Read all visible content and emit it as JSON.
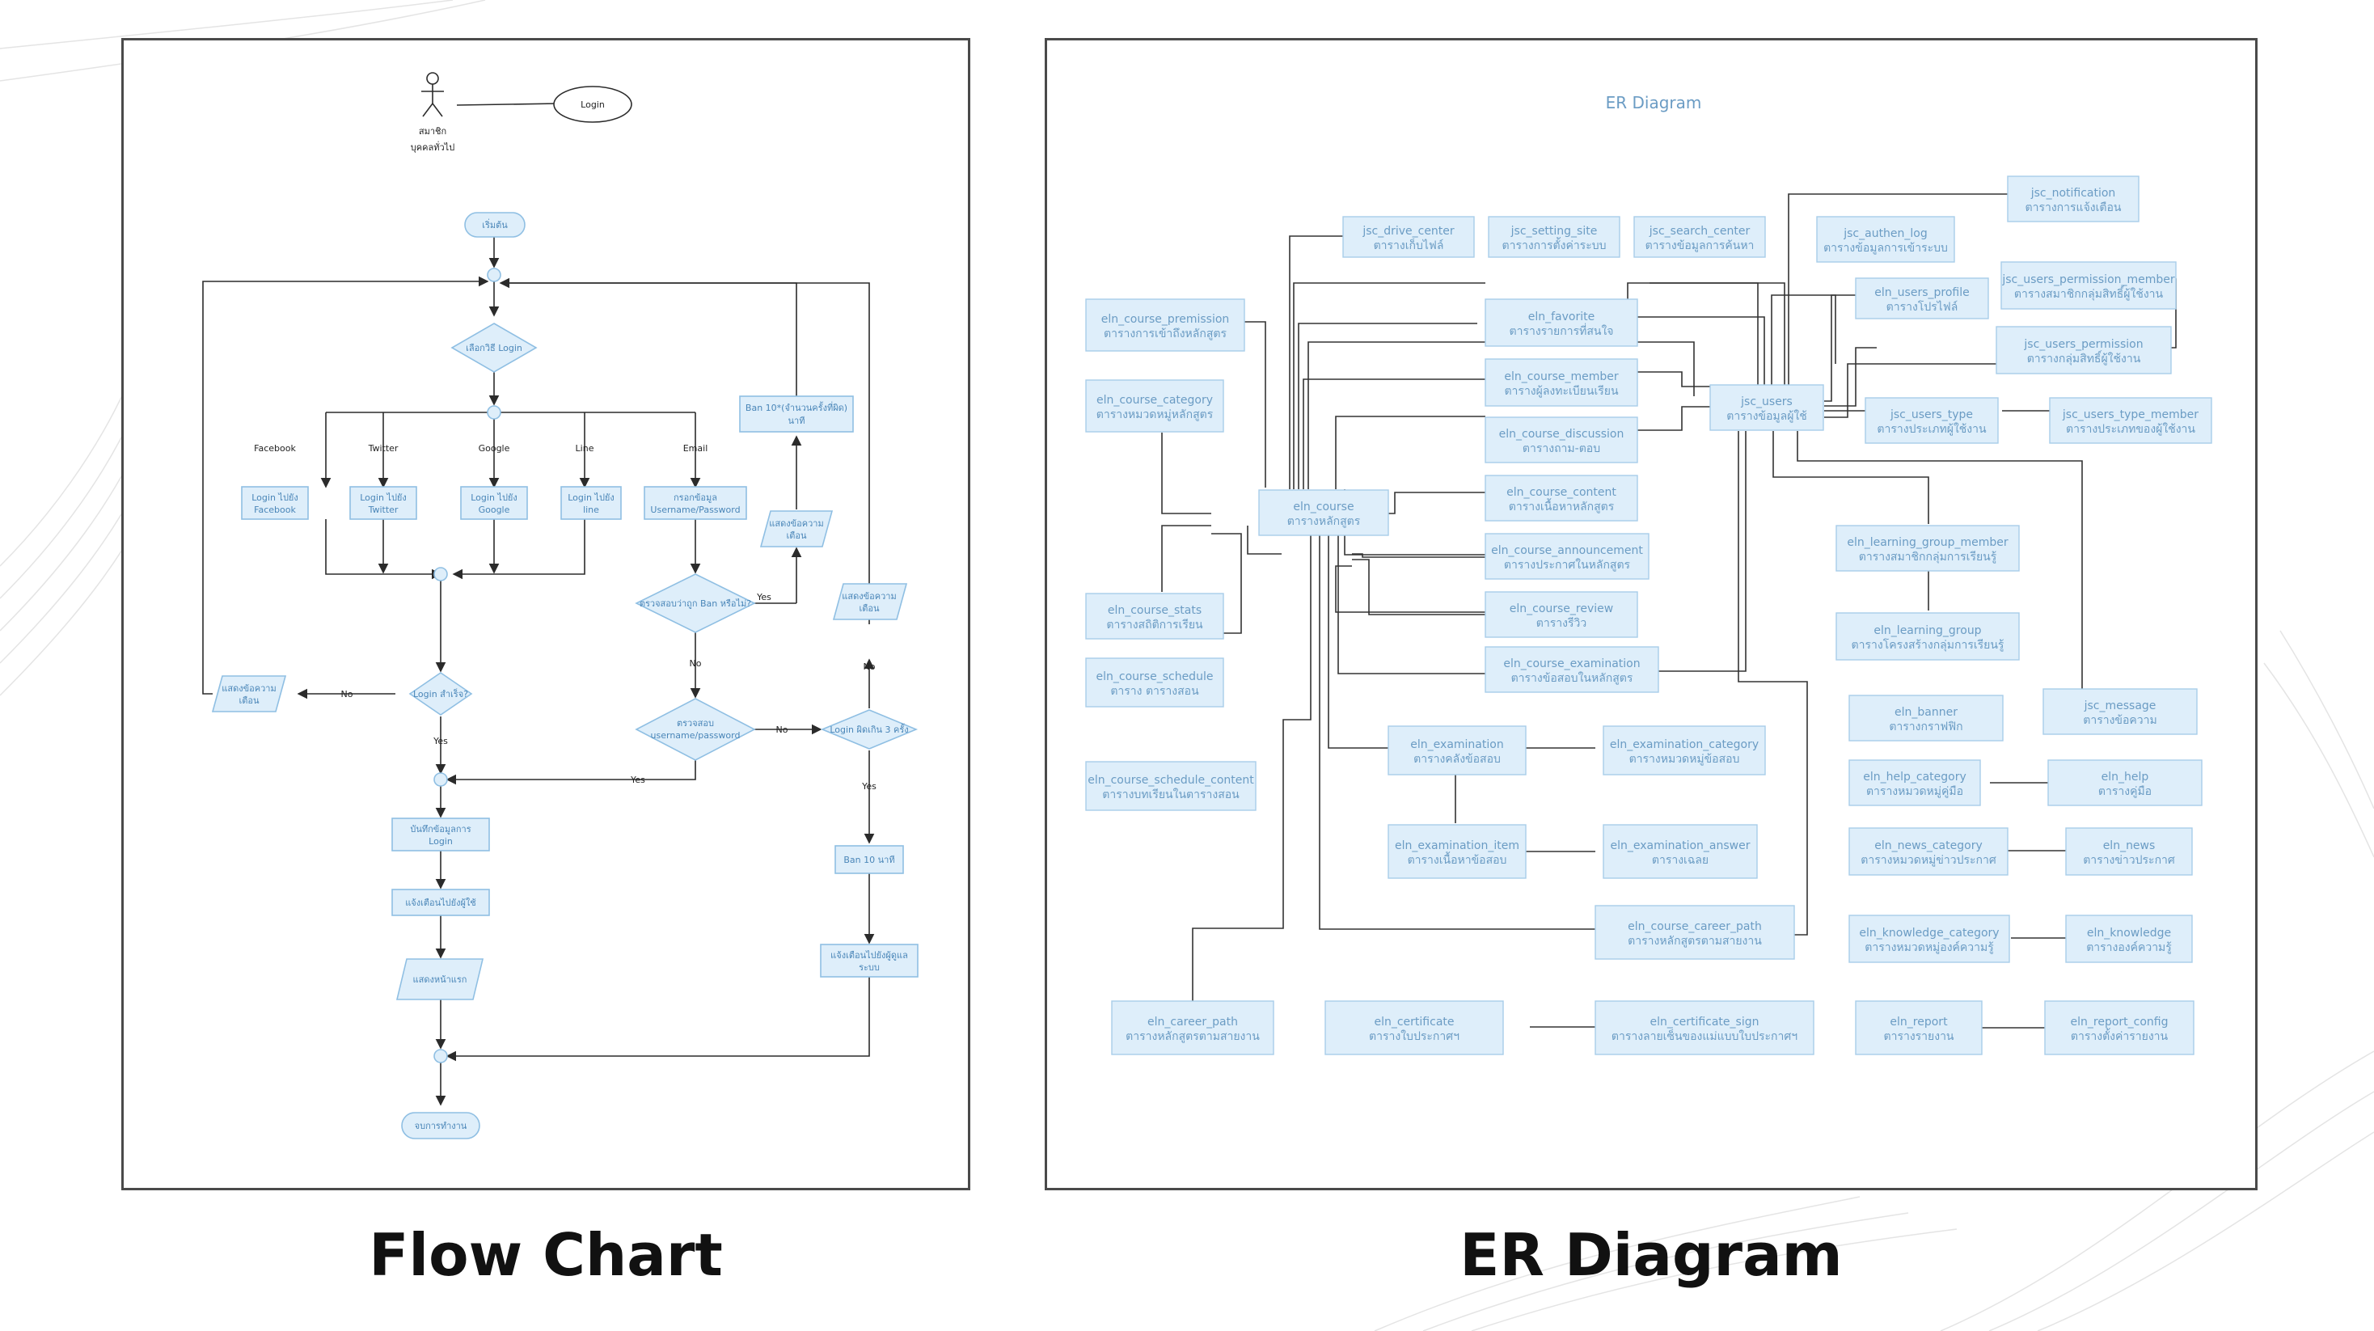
{
  "flowchart": {
    "caption": "Flow Chart",
    "actor": {
      "line1": "สมาชิก",
      "line2": "บุคคลทั่วไป"
    },
    "login_usecase": "Login",
    "start": "เริ่มต้น",
    "choose_login": "เลือกวิธี Login",
    "branches": [
      "Facebook",
      "Twitter",
      "Google",
      "Line",
      "Email"
    ],
    "login_facebook": [
      "Login ไปยัง",
      "Facebook"
    ],
    "login_twitter": [
      "Login ไปยัง",
      "Twitter"
    ],
    "login_google": [
      "Login ไปยัง",
      "Google"
    ],
    "login_line": [
      "Login ไปยัง",
      "line"
    ],
    "fill_email": [
      "กรอกข้อมูล",
      "Username/Password"
    ],
    "check_ban": "ตรวจสอบว่าถูก Ban หรือไม่?",
    "show_msg_a": [
      "แสดงข้อความ",
      "เตือน"
    ],
    "ban_10x": [
      "Ban 10*(จำนวนครั้งที่ผิด)",
      "นาที"
    ],
    "check_credentials": [
      "ตรวจสอบ",
      "username/password"
    ],
    "fail3": "Login ผิดเกิน 3 ครั้ง",
    "show_msg_b": [
      "แสดงข้อความ",
      "เตือน"
    ],
    "ban10": "Ban 10 นาที",
    "notify_admin": [
      "แจ้งเตือนไปยังผู้ดูแล",
      "ระบบ"
    ],
    "login_success": "Login สำเร็จ?",
    "show_msg_c": [
      "แสดงข้อความ",
      "เตือน"
    ],
    "save_login": [
      "บันทึกข้อมูลการ",
      "Login"
    ],
    "notify_user": "แจ้งเตือนไปยังผู้ใช้",
    "show_home": "แสดงหน้าแรก",
    "end": "จบการทำงาน",
    "yes": "Yes",
    "no": "No"
  },
  "er": {
    "caption": "ER Diagram",
    "title": "ER Diagram",
    "entities": {
      "jsc_drive_center": [
        "jsc_drive_center",
        "ตารางเก็บไฟล์"
      ],
      "jsc_setting_site": [
        "jsc_setting_site",
        "ตารางการตั้งค่าระบบ"
      ],
      "jsc_search_center": [
        "jsc_search_center",
        "ตารางข้อมูลการค้นหา"
      ],
      "jsc_authen_log": [
        "jsc_authen_log",
        "ตารางข้อมูลการเข้าระบบ"
      ],
      "jsc_notification": [
        "jsc_notification",
        "ตารางการแจ้งเตือน"
      ],
      "eln_course_premission": [
        "eln_course_premission",
        "ตารางการเข้าถึงหลักสูตร"
      ],
      "eln_favorite": [
        "eln_favorite",
        "ตารางรายการที่สนใจ"
      ],
      "eln_users_profile": [
        "eln_users_profile",
        "ตารางโปรไฟล์"
      ],
      "jsc_users_permission_member": [
        "jsc_users_permission_member",
        "ตารางสมาชิกกลุ่มสิทธิ์ผู้ใช้งาน"
      ],
      "jsc_users_permission": [
        "jsc_users_permission",
        "ตารางกลุ่มสิทธิ์ผู้ใช้งาน"
      ],
      "eln_course_category": [
        "eln_course_category",
        "ตารางหมวดหมู่หลักสูตร"
      ],
      "eln_course_member": [
        "eln_course_member",
        "ตารางผู้ลงทะเบียนเรียน"
      ],
      "jsc_users": [
        "jsc_users",
        "ตารางข้อมูลผู้ใช้"
      ],
      "jsc_users_type": [
        "jsc_users_type",
        "ตารางประเภทผู้ใช้งาน"
      ],
      "jsc_users_type_member": [
        "jsc_users_type_member",
        "ตารางประเภทของผู้ใช้งาน"
      ],
      "eln_course_discussion": [
        "eln_course_discussion",
        "ตารางถาม-ตอบ"
      ],
      "eln_course": [
        "eln_course",
        "ตารางหลักสูตร"
      ],
      "eln_course_content": [
        "eln_course_content",
        "ตารางเนื้อหาหลักสูตร"
      ],
      "eln_learning_group_member": [
        "eln_learning_group_member",
        "ตารางสมาชิกกลุ่มการเรียนรู้"
      ],
      "eln_course_announcement": [
        "eln_course_announcement",
        "ตารางประกาศในหลักสูตร"
      ],
      "eln_course_stats": [
        "eln_course_stats",
        "ตารางสถิติการเรียน"
      ],
      "eln_course_review": [
        "eln_course_review",
        "ตารางรีวิว"
      ],
      "eln_learning_group": [
        "eln_learning_group",
        "ตารางโครงสร้างกลุ่มการเรียนรู้"
      ],
      "eln_course_schedule": [
        "eln_course_schedule",
        "ตาราง ตารางสอน"
      ],
      "eln_course_examination": [
        "eln_course_examination",
        "ตารางข้อสอบในหลักสูตร"
      ],
      "eln_banner": [
        "eln_banner",
        "ตารางกราฟฟิก"
      ],
      "jsc_message": [
        "jsc_message",
        "ตารางข้อความ"
      ],
      "eln_examination": [
        "eln_examination",
        "ตารางคลังข้อสอบ"
      ],
      "eln_examination_category": [
        "eln_examination_category",
        "ตารางหมวดหมู่ข้อสอบ"
      ],
      "eln_course_schedule_content": [
        "eln_course_schedule_content",
        "ตารางบทเรียนในตารางสอน"
      ],
      "eln_help_category": [
        "eln_help_category",
        "ตารางหมวดหมู่คู่มือ"
      ],
      "eln_help": [
        "eln_help",
        "ตารางคู่มือ"
      ],
      "eln_examination_item": [
        "eln_examination_item",
        "ตารางเนื้อหาข้อสอบ"
      ],
      "eln_examination_answer": [
        "eln_examination_answer",
        "ตารางเฉลย"
      ],
      "eln_news_category": [
        "eln_news_category",
        "ตารางหมวดหมู่ข่าวประกาศ"
      ],
      "eln_news": [
        "eln_news",
        "ตารางข่าวประกาศ"
      ],
      "eln_course_career_path": [
        "eln_course_career_path",
        "ตารางหลักสูตรตามสายงาน"
      ],
      "eln_knowledge_category": [
        "eln_knowledge_category",
        "ตารางหมวดหมู่องค์ความรู้"
      ],
      "eln_knowledge": [
        "eln_knowledge",
        "ตารางองค์ความรู้"
      ],
      "eln_career_path": [
        "eln_career_path",
        "ตารางหลักสูตรตามสายงาน"
      ],
      "eln_certificate": [
        "eln_certificate",
        "ตารางใบประกาศฯ"
      ],
      "eln_certificate_sign": [
        "eln_certificate_sign",
        "ตารางลายเซ็นของแม่แบบใบประกาศฯ"
      ],
      "eln_report": [
        "eln_report",
        "ตารางรายงาน"
      ],
      "eln_report_config": [
        "eln_report_config",
        "ตารางตั้งค่ารายงาน"
      ]
    }
  }
}
